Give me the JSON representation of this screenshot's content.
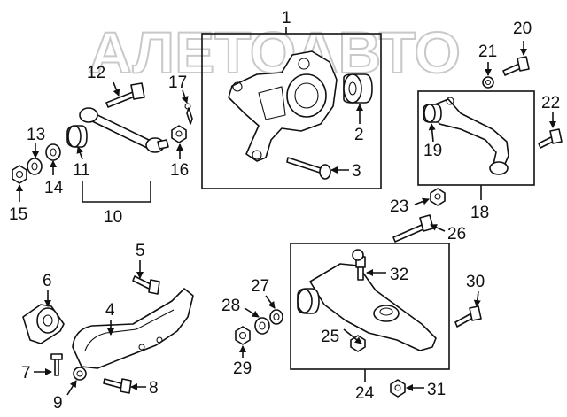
{
  "watermark": "АЛЕТОАВТО",
  "callouts": {
    "c1": "1",
    "c2": "2",
    "c3": "3",
    "c4": "4",
    "c5": "5",
    "c6": "6",
    "c7": "7",
    "c8": "8",
    "c9": "9",
    "c10": "10",
    "c11": "11",
    "c12": "12",
    "c13": "13",
    "c14": "14",
    "c15": "15",
    "c16": "16",
    "c17": "17",
    "c18": "18",
    "c19": "19",
    "c20": "20",
    "c21": "21",
    "c22": "22",
    "c23": "23",
    "c24": "24",
    "c25": "25",
    "c26": "26",
    "c27": "27",
    "c28": "28",
    "c29": "29",
    "c30": "30",
    "c31": "31",
    "c32": "32"
  },
  "colors": {
    "line": "#111111",
    "watermark": "#c9c9c9",
    "background": "#ffffff"
  }
}
